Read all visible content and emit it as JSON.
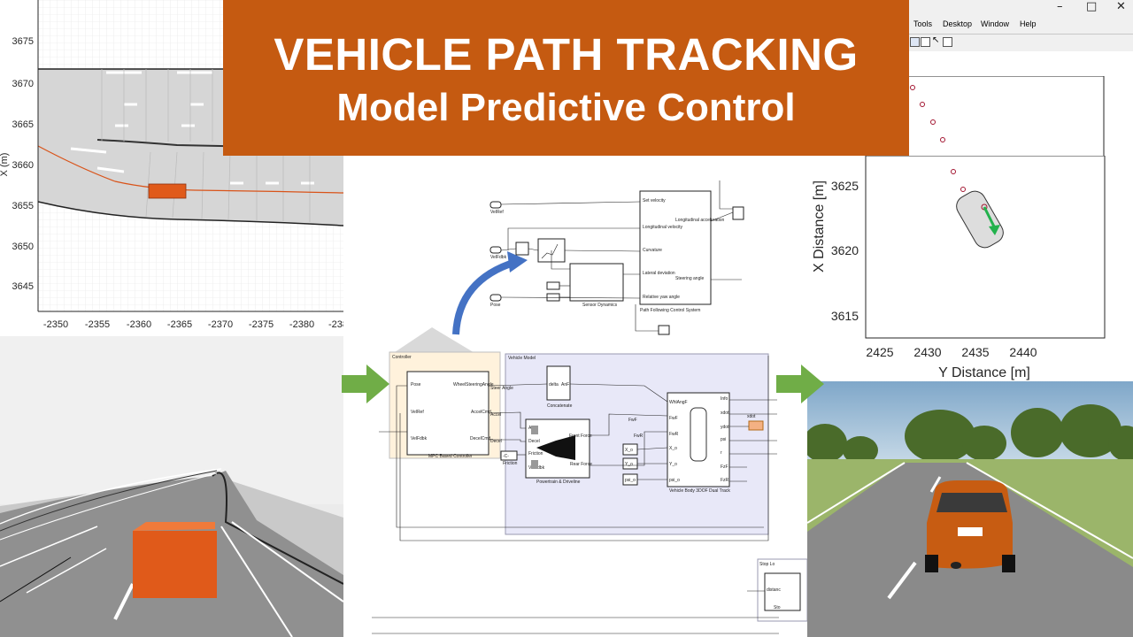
{
  "banner": {
    "title": "VEHICLE PATH TRACKING",
    "subtitle": "Model Predictive Control"
  },
  "bird_eye_plot": {
    "y_ticks": [
      "3675",
      "3670",
      "3665",
      "3660",
      "3655",
      "3650",
      "3645"
    ],
    "x_ticks": [
      "-2350",
      "-2355",
      "-2360",
      "-2365",
      "-2370",
      "-2375",
      "-2380",
      "-238"
    ],
    "y_label": "X (m)"
  },
  "figure_window": {
    "menu": [
      "Tools",
      "Desktop",
      "Window",
      "Help"
    ],
    "y_label": "X Distance [m]",
    "x_label": "Y Distance [m]",
    "y_ticks": [
      "3625",
      "3620",
      "3615"
    ],
    "x_ticks": [
      "2425",
      "2430",
      "2435",
      "2440"
    ]
  },
  "simulink": {
    "top_subsystem": "Path Following Control System",
    "top_ports_in": [
      "Set velocity",
      "Longitudinal velocity",
      "Curvature",
      "Lateral deviation",
      "Relative yaw angle"
    ],
    "top_ports_out": [
      "Longitudinal acceleration",
      "Steering angle"
    ],
    "sensor_block": "Sensor Dynamics",
    "inports": [
      "VelRef",
      "VelFdbk",
      "Pose"
    ],
    "controller_area": "Controller",
    "controller_block": "MPC Based Controller",
    "controller_in": [
      "Pose",
      "VelRef",
      "VelFdbk"
    ],
    "controller_out": [
      "WheelSteeringAngle",
      "AccelCmd",
      "DecelCmd"
    ],
    "vehicle_area": "Vehicle Model",
    "concat_block": "Concatenate",
    "concat_ports": [
      "delta",
      "AnF"
    ],
    "powertrain_block": "Powertrain & Driveline",
    "powertrain_in": [
      "Acc",
      "Decel",
      "Friction",
      "VelFdbk"
    ],
    "powertrain_out": [
      "Front Force",
      "Rear Force"
    ],
    "vehicle_body_block": "Vehicle Body 3DOF Dual Track",
    "vehicle_body_in": [
      "WhlAngF",
      "FwF",
      "FwR",
      "X_o",
      "Y_o",
      "psi_o"
    ],
    "vehicle_body_out": [
      "Info",
      "xdot",
      "ydot",
      "psi",
      "r",
      "FzF",
      "FzR"
    ],
    "friction_label": "Friction",
    "friction_const": "-C-",
    "init_blocks": [
      "X_o",
      "Y_o",
      "psi_o"
    ],
    "signal_labels": [
      "Steer Angle",
      "Accel",
      "Decel",
      "FwF",
      "FwR",
      "xdot"
    ],
    "stop_block": "Stop Lo",
    "stop_sub": "Sto",
    "stop_port": "distanc"
  },
  "colors": {
    "banner": "#c55a11",
    "vehicle_box": "#e05a1a",
    "arrow_green": "#70ad47",
    "arrow_blue": "#4472c4",
    "path": "#d95319"
  }
}
